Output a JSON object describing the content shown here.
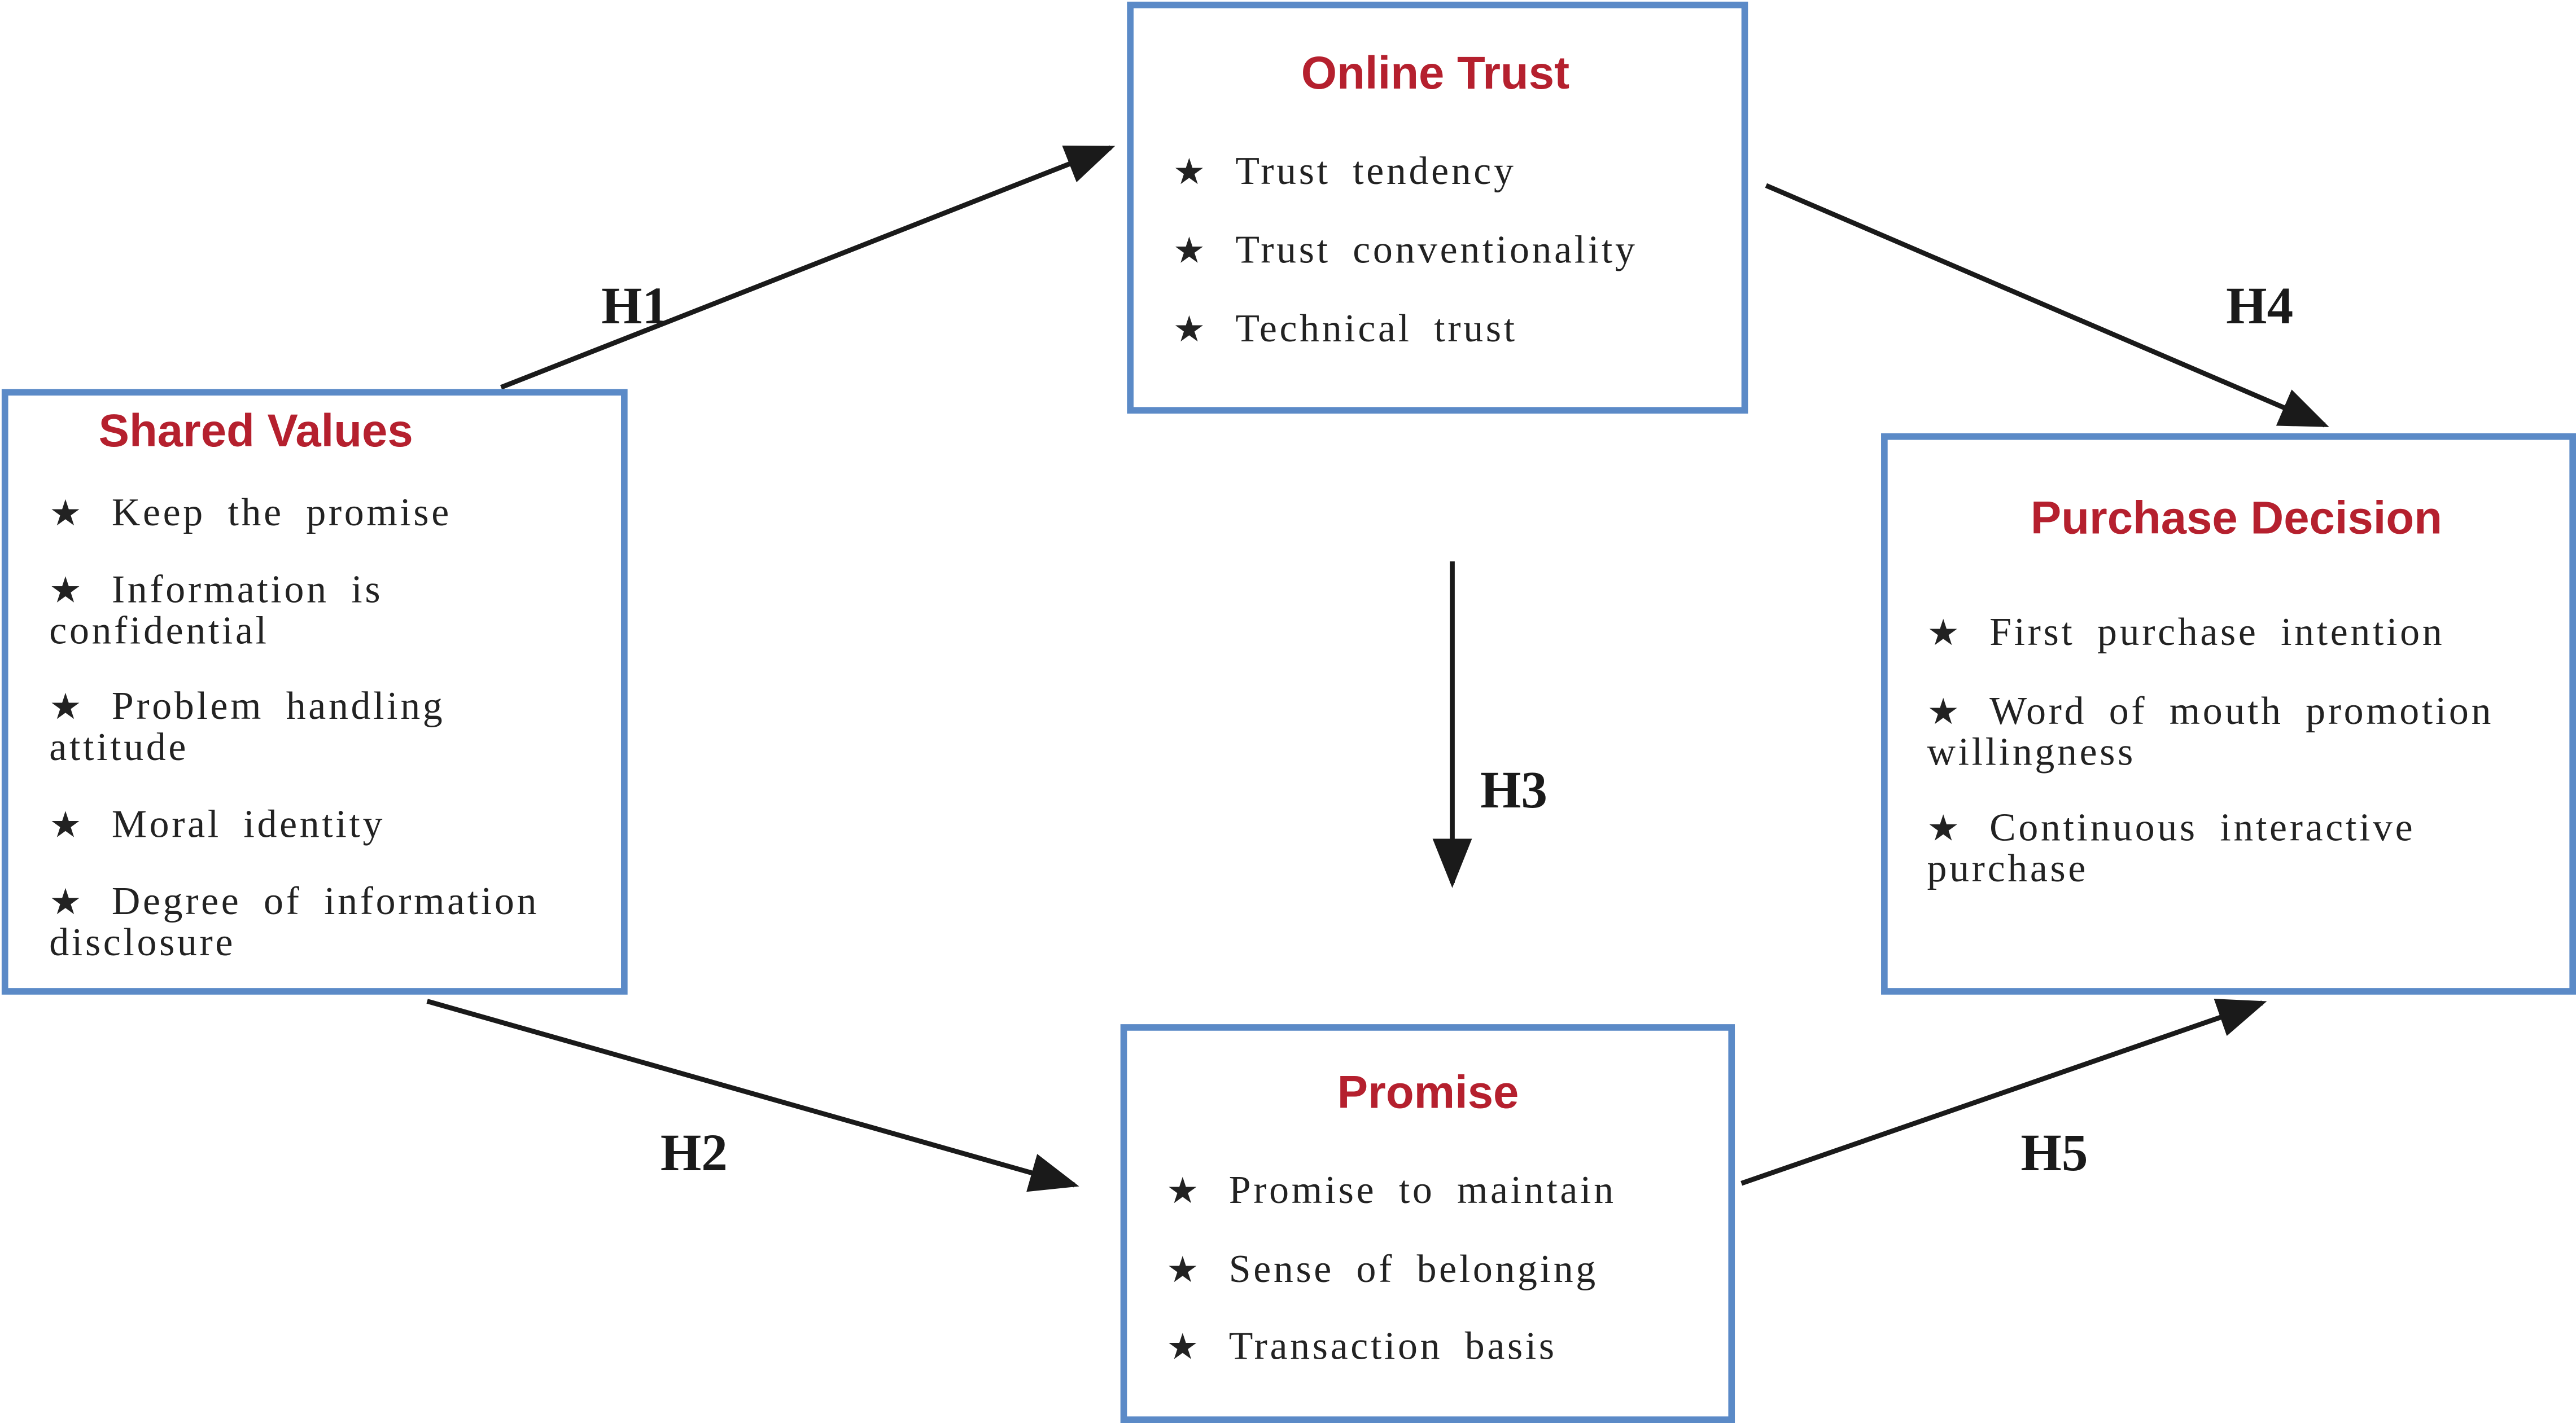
{
  "colors": {
    "box_border": "#5b8ac7",
    "title_text": "#b5202e",
    "arrow": "#1a1a1a",
    "body_text": "#222222"
  },
  "bullet": "★",
  "nodes": {
    "shared_values": {
      "title": "Shared Values",
      "items": [
        [
          "Keep the promise"
        ],
        [
          "Information is",
          "confidential"
        ],
        [
          "Problem handling",
          "attitude"
        ],
        [
          "Moral identity"
        ],
        [
          "Degree of information",
          "disclosure"
        ]
      ]
    },
    "online_trust": {
      "title": "Online Trust",
      "items": [
        [
          "Trust tendency"
        ],
        [
          "Trust conventionality"
        ],
        [
          "Technical trust"
        ]
      ]
    },
    "promise": {
      "title": "Promise",
      "items": [
        [
          "Promise to maintain"
        ],
        [
          "Sense of belonging"
        ],
        [
          "Transaction basis"
        ]
      ]
    },
    "purchase_decision": {
      "title": "Purchase Decision",
      "items": [
        [
          "First purchase intention"
        ],
        [
          "Word of mouth promotion",
          "willingness"
        ],
        [
          "Continuous interactive",
          "purchase"
        ]
      ]
    }
  },
  "edges": [
    {
      "label": "H1",
      "from": "Shared Values",
      "to": "Online Trust"
    },
    {
      "label": "H2",
      "from": "Shared Values",
      "to": "Promise"
    },
    {
      "label": "H3",
      "from": "Online Trust",
      "to": "Promise"
    },
    {
      "label": "H4",
      "from": "Online Trust",
      "to": "Purchase Decision"
    },
    {
      "label": "H5",
      "from": "Promise",
      "to": "Purchase Decision"
    }
  ]
}
